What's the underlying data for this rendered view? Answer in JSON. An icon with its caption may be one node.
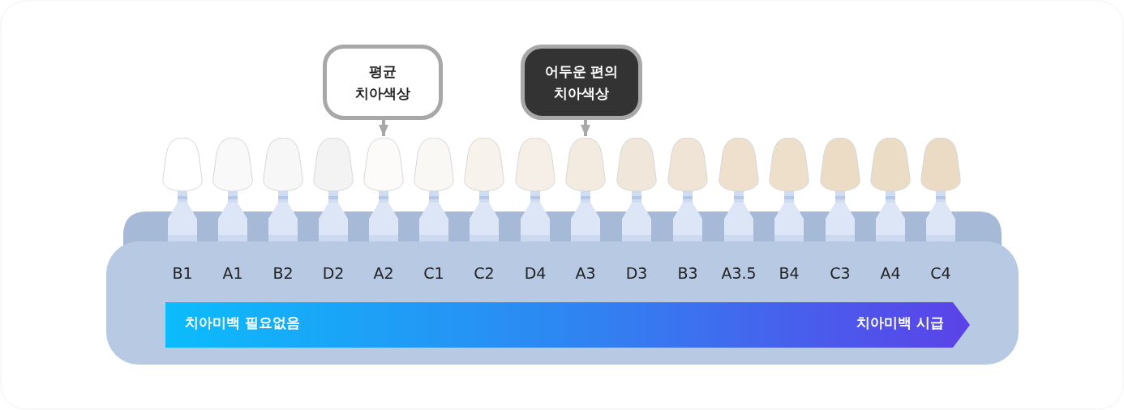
{
  "diagram": {
    "nodes": [
      {
        "text": [
          "평균 치아색상"
        ]
      },
      {
        "text": [
          "어두운 편의 치아색상"
        ]
      },
      {
        "text": [],
        "shape": "tooth",
        "beside": [
          "B1"
        ]
      },
      {
        "text": [],
        "shape": "tooth",
        "beside": [
          "A1"
        ]
      },
      {
        "text": [],
        "shape": "tooth",
        "beside": [
          "B2"
        ]
      },
      {
        "text": [],
        "shape": "tooth",
        "beside": [
          "D2"
        ]
      },
      {
        "text": [],
        "shape": "tooth",
        "beside": [
          "A2"
        ]
      },
      {
        "text": [],
        "shape": "tooth",
        "beside": [
          "C1"
        ]
      },
      {
        "text": [],
        "shape": "tooth",
        "beside": [
          "C2"
        ]
      },
      {
        "text": [],
        "shape": "tooth",
        "beside": [
          "D4"
        ]
      },
      {
        "text": [],
        "shape": "tooth",
        "beside": [
          "A3"
        ]
      },
      {
        "text": [],
        "shape": "tooth",
        "beside": [
          "D3"
        ]
      },
      {
        "text": [],
        "shape": "tooth",
        "beside": [
          "B3"
        ]
      },
      {
        "text": [],
        "shape": "tooth",
        "beside": [
          "A3.5"
        ]
      },
      {
        "text": [],
        "shape": "tooth",
        "beside": [
          "B4"
        ]
      },
      {
        "text": [],
        "shape": "tooth",
        "beside": [
          "C3"
        ]
      },
      {
        "text": [],
        "shape": "tooth",
        "beside": [
          "A4"
        ]
      },
      {
        "text": [],
        "shape": "tooth",
        "beside": [
          "C4"
        ]
      },
      {
        "text": [
          "치아미백 필요없음",
          "치아미백 시급"
        ]
      }
    ],
    "edges": [
      {
        "from": 0,
        "to": 6,
        "arrow": "to"
      },
      {
        "from": 1,
        "to": 10,
        "arrow": "to"
      }
    ]
  }
}
